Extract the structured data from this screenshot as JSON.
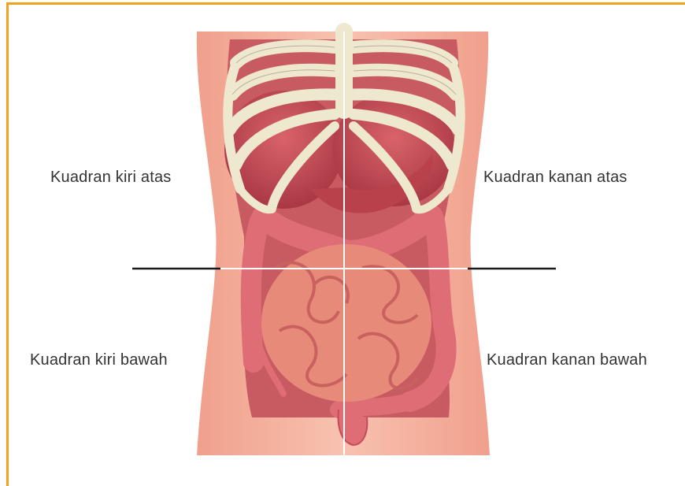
{
  "labels": {
    "upper_left": "Kuadran kiri atas",
    "upper_right": "Kuadran kanan atas",
    "lower_left": "Kuadran kiri bawah",
    "lower_right": "Kuadran kanan bawah"
  },
  "colors": {
    "frame_border": "#f2a11c",
    "skin": "#f4a993",
    "bone": "#eee8cf",
    "organ": "#c94b55",
    "intestine": "#e88a7a",
    "colon": "#de6d75",
    "divider_line": "#1a1a1a",
    "quadrant_line": "#ffffff"
  }
}
